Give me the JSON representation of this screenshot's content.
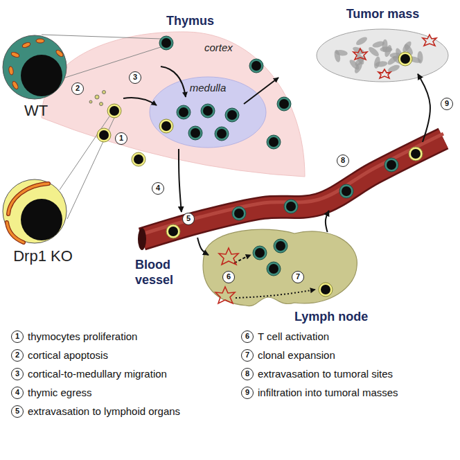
{
  "diagram": {
    "nodes": [
      {
        "text": [
          "Thymus",
          "cortex"
        ]
      },
      {
        "text": [
          "medulla"
        ],
        "in": 0
      },
      {
        "text": [
          "Tumor mass"
        ]
      },
      {
        "text": [
          "WT"
        ]
      },
      {
        "text": [
          "Drp1 KO"
        ]
      },
      {
        "text": [
          "Blood vessel"
        ]
      },
      {
        "text": [
          "Lymph node"
        ]
      }
    ],
    "edges": [
      {
        "from": 1,
        "to": 5,
        "arrow": "to"
      },
      {
        "from": 5,
        "to": 6,
        "arrow": "to"
      },
      {
        "from": 6,
        "to": 5,
        "arrow": "to"
      },
      {
        "from": 5,
        "to": 2,
        "arrow": "to"
      }
    ],
    "labels": [
      "1",
      "2",
      "3",
      "4",
      "5",
      "6",
      "7",
      "8",
      "9",
      "1",
      "thymocytes proliferation",
      "2",
      "cortical apoptosis",
      "3",
      "cortical-to-medullary migration",
      "4",
      "thymic egress",
      "5",
      "extravasation to lymphoid organs",
      "6",
      "T cell activation",
      "7",
      "clonal expansion",
      "8",
      "extravasation to tumoral sites",
      "9",
      "infiltration into tumoral masses"
    ]
  }
}
